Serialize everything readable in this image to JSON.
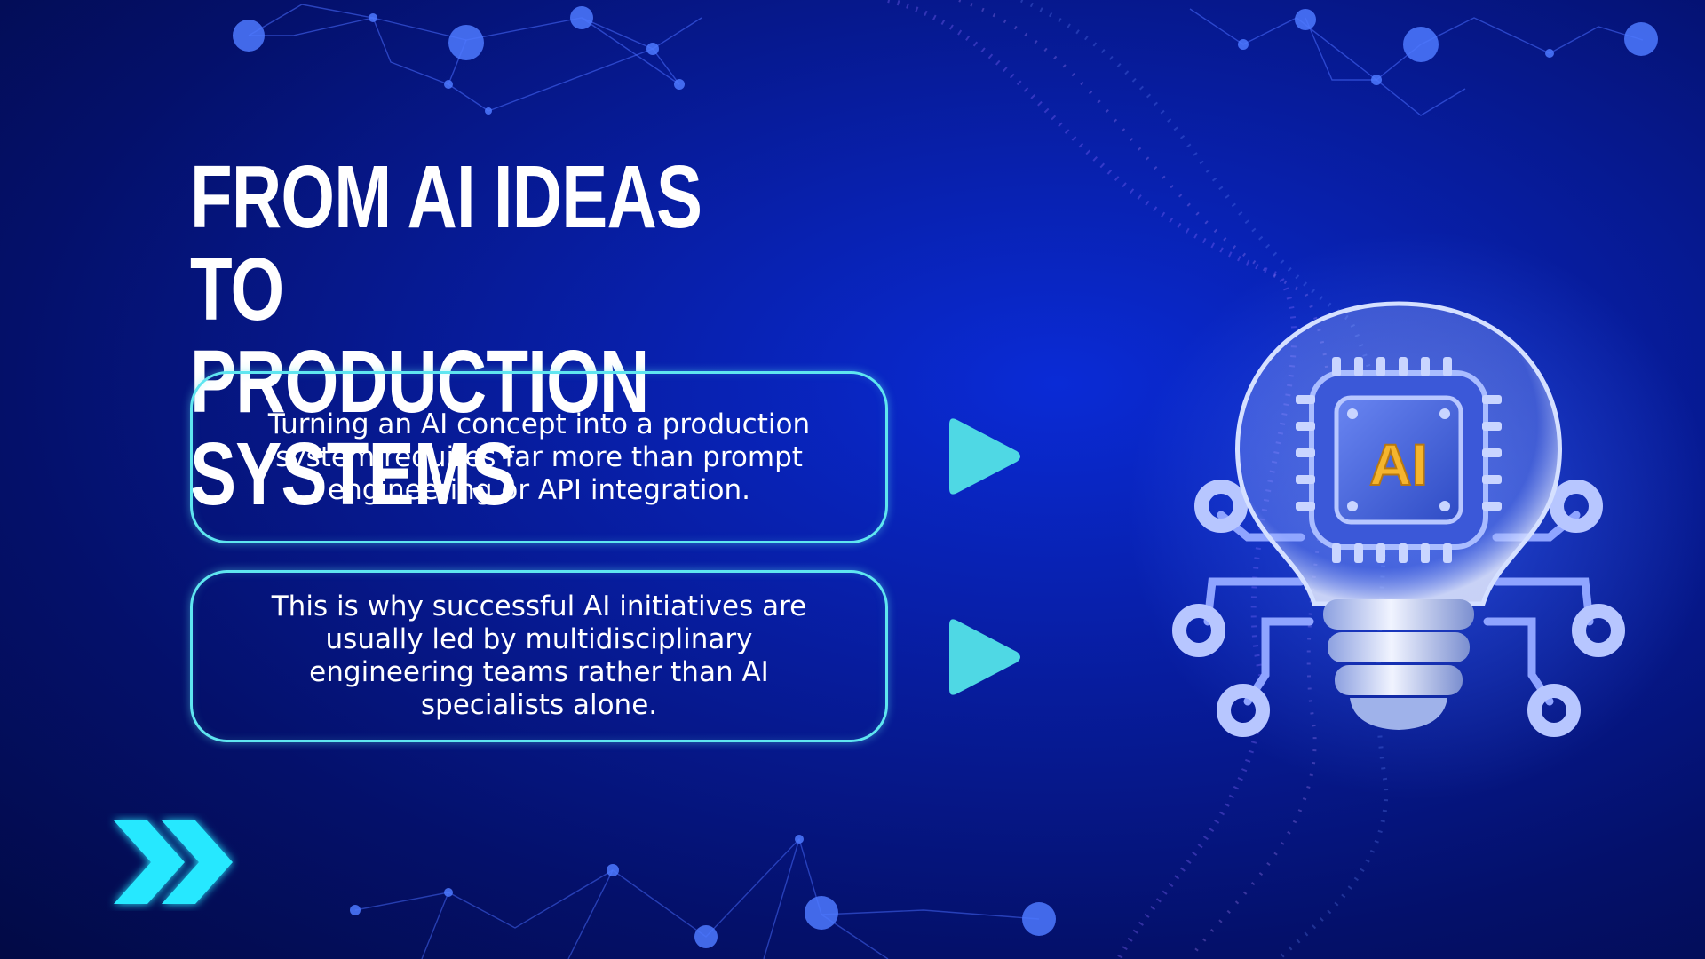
{
  "title": {
    "line1": "FROM AI IDEAS TO",
    "line2": "PRODUCTION SYSTEMS"
  },
  "cards": [
    {
      "text": "Turning an AI concept into a production system requires far more than prompt engineering or API integration."
    },
    {
      "text": "This is why successful AI initiatives are usually led by multidisciplinary engineering teams rather than AI specialists alone."
    }
  ],
  "illustration": {
    "chip_label": "AI",
    "icon": "lightbulb-ai-chip-icon"
  },
  "icons": [
    "play-arrow-icon",
    "double-chevron-icon"
  ],
  "colors": {
    "background": "#071c9c",
    "accent_cyan": "#5fe6f0",
    "chip_gold": "#f5b52e",
    "text": "#ffffff"
  }
}
